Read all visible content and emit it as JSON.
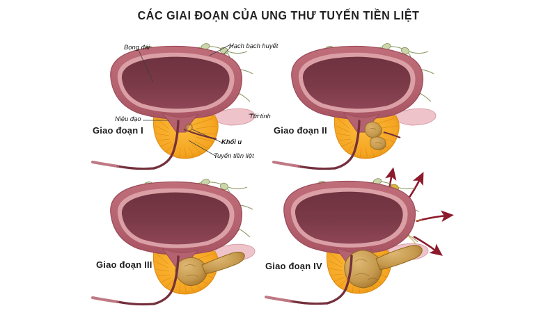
{
  "title": "CÁC GIAI ĐOẠN CỦA UNG THƯ TUYẾN TIỀN LIỆT",
  "stages": [
    {
      "id": "stage-1",
      "label": "Giao đoạn I"
    },
    {
      "id": "stage-2",
      "label": "Giao đoạn II"
    },
    {
      "id": "stage-3",
      "label": "Giao đoạn III"
    },
    {
      "id": "stage-4",
      "label": "Giao đoạn IV"
    }
  ],
  "annotations": {
    "bladder": "Bọng đái",
    "lymph_nodes": "Hạch bạch huyết",
    "urethra": "Niệu đạo",
    "seminal_vesicle": "Túi tinh",
    "tumor": "Khối u",
    "prostate": "Tuyến tiền liệt"
  },
  "colors": {
    "background": "#ffffff",
    "title_text": "#222224",
    "label_text": "#1d1d1f",
    "bladder_wall": "#b4626f",
    "bladder_wall_dark": "#9c4b58",
    "bladder_inner_rim": "#dba0a6",
    "bladder_lumen": "#7b3a47",
    "prostate": "#f5a623",
    "prostate_stripe": "#e08a10",
    "urethra": "#74303c",
    "seminal_vesicle": "#efc3ca",
    "lymph_node": "#ccd6ab",
    "lymph_vessel": "#8f9b6a",
    "lymph_node_affected": "#d9b43f",
    "tumor": "#c59a4e",
    "tumor_dark": "#a97c34",
    "metastasis_arrow": "#8c1a2c"
  }
}
